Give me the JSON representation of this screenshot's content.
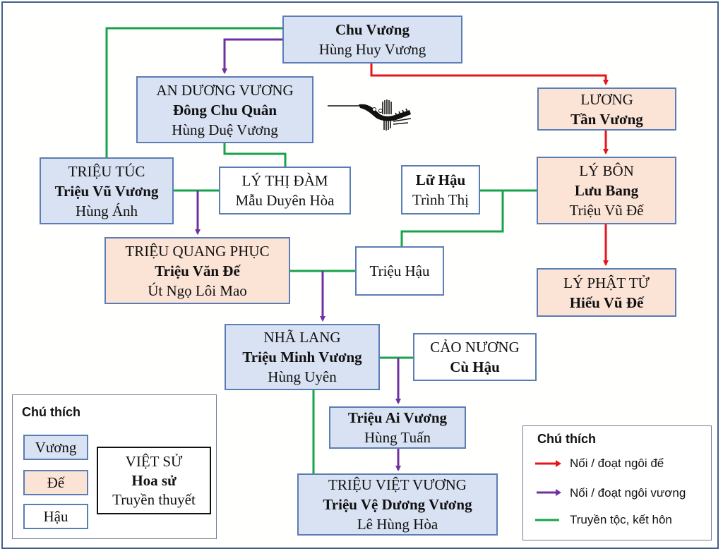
{
  "colors": {
    "vuong_fill": "#d9e2f3",
    "de_fill": "#fbe3d6",
    "hau_fill": "#ffffff",
    "box_border": "#5b7db5",
    "line_de": "#e8141c",
    "line_vuong": "#7030a0",
    "line_family": "#16a34a"
  },
  "nodes": {
    "chu_vuong": {
      "type": "vuong",
      "lines": [
        {
          "text": "Chu Vương",
          "bold": true
        },
        {
          "text": "Hùng Huy Vương",
          "bold": false
        }
      ]
    },
    "an_duong_vuong": {
      "type": "vuong",
      "lines": [
        {
          "text": "AN DƯƠNG VƯƠNG",
          "bold": false
        },
        {
          "text": "Đông Chu Quân",
          "bold": true
        },
        {
          "text": "Hùng Duệ Vương",
          "bold": false
        }
      ]
    },
    "luong": {
      "type": "de",
      "lines": [
        {
          "text": "LƯƠNG",
          "bold": false
        },
        {
          "text": "Tần Vương",
          "bold": true
        }
      ]
    },
    "trieu_tuc": {
      "type": "vuong",
      "lines": [
        {
          "text": "TRIỆU TÚC",
          "bold": false
        },
        {
          "text": "Triệu Vũ Vương",
          "bold": true
        },
        {
          "text": "Hùng Ánh",
          "bold": false
        }
      ]
    },
    "ly_thi_dam": {
      "type": "hau",
      "lines": [
        {
          "text": "LÝ THỊ ĐÀM",
          "bold": false
        },
        {
          "text": "Mẫu Duyên Hòa",
          "bold": false
        }
      ]
    },
    "lu_hau": {
      "type": "hau",
      "lines": [
        {
          "text": "Lữ Hậu",
          "bold": true
        },
        {
          "text": "Trình Thị",
          "bold": false
        }
      ]
    },
    "ly_bon": {
      "type": "de",
      "lines": [
        {
          "text": "LÝ BÔN",
          "bold": false
        },
        {
          "text": "Lưu Bang",
          "bold": true
        },
        {
          "text": "Triệu Vũ Đế",
          "bold": false
        }
      ]
    },
    "trieu_quang_phuc": {
      "type": "de",
      "lines": [
        {
          "text": "TRIỆU QUANG PHỤC",
          "bold": false
        },
        {
          "text": "Triệu Văn Đế",
          "bold": true
        },
        {
          "text": "Út Ngọ Lôi Mao",
          "bold": false
        }
      ]
    },
    "trieu_hau": {
      "type": "hau",
      "lines": [
        {
          "text": "Triệu Hậu",
          "bold": false
        }
      ]
    },
    "ly_phat_tu": {
      "type": "de",
      "lines": [
        {
          "text": "LÝ PHẬT TỬ",
          "bold": false
        },
        {
          "text": "Hiếu Vũ Đế",
          "bold": true
        }
      ]
    },
    "nha_lang": {
      "type": "vuong",
      "lines": [
        {
          "text": "NHÃ LANG",
          "bold": false
        },
        {
          "text": "Triệu Minh Vương",
          "bold": true
        },
        {
          "text": "Hùng Uyên",
          "bold": false
        }
      ]
    },
    "cao_nuong": {
      "type": "hau",
      "lines": [
        {
          "text": "CẢO NƯƠNG",
          "bold": false
        },
        {
          "text": "Cù Hậu",
          "bold": true
        }
      ]
    },
    "trieu_ai_vuong": {
      "type": "vuong",
      "lines": [
        {
          "text": "Triệu Ai Vương",
          "bold": true
        },
        {
          "text": "Hùng Tuấn",
          "bold": false
        }
      ]
    },
    "trieu_viet_vuong": {
      "type": "vuong",
      "lines": [
        {
          "text": "TRIỆU VIỆT VƯƠNG",
          "bold": false
        },
        {
          "text": "Triệu Vệ Dương Vương",
          "bold": true
        },
        {
          "text": "Lê Hùng Hòa",
          "bold": false
        }
      ]
    }
  },
  "edges": [
    {
      "from": "chu_vuong",
      "to": "an_duong_vuong",
      "kind": "vuong"
    },
    {
      "from": "chu_vuong",
      "to": "luong",
      "kind": "de"
    },
    {
      "from": "chu_vuong",
      "to": "trieu_tuc",
      "kind": "family"
    },
    {
      "from": "an_duong_vuong",
      "to": "ly_thi_dam",
      "kind": "family"
    },
    {
      "from": "luong",
      "to": "ly_bon",
      "kind": "de"
    },
    {
      "from": "trieu_tuc",
      "to": "ly_thi_dam",
      "kind": "family"
    },
    {
      "from": "trieu_tuc",
      "to": "trieu_quang_phuc",
      "kind": "vuong"
    },
    {
      "from": "lu_hau",
      "to": "ly_bon",
      "kind": "family"
    },
    {
      "from": "ly_bon",
      "to": "trieu_hau",
      "kind": "family"
    },
    {
      "from": "ly_bon",
      "to": "ly_phat_tu",
      "kind": "de"
    },
    {
      "from": "trieu_quang_phuc",
      "to": "trieu_hau",
      "kind": "family"
    },
    {
      "from": "trieu_quang_phuc",
      "to": "nha_lang",
      "kind": "vuong"
    },
    {
      "from": "nha_lang",
      "to": "cao_nuong",
      "kind": "family"
    },
    {
      "from": "nha_lang",
      "to": "trieu_ai_vuong",
      "kind": "vuong"
    },
    {
      "from": "nha_lang",
      "to": "trieu_viet_vuong",
      "kind": "family"
    },
    {
      "from": "trieu_ai_vuong",
      "to": "trieu_viet_vuong",
      "kind": "vuong"
    }
  ],
  "decoration": {
    "icon": "lac-bird-icon"
  },
  "legend_boxes": {
    "title": "Chú thích",
    "vuong": "Vương",
    "de": "Đế",
    "hau": "Hậu",
    "sample": {
      "line1": "VIỆT SỬ",
      "line2": "Hoa sử",
      "line3": "Truyền thuyết"
    }
  },
  "legend_lines": {
    "title": "Chú thích",
    "items": [
      {
        "kind": "de",
        "label": "Nối  / đoạt ngôi đế",
        "arrow": true
      },
      {
        "kind": "vuong",
        "label": "Nối / đoạt ngôi vương",
        "arrow": true
      },
      {
        "kind": "family",
        "label": "Truyền tộc, kết hôn",
        "arrow": false
      }
    ]
  }
}
